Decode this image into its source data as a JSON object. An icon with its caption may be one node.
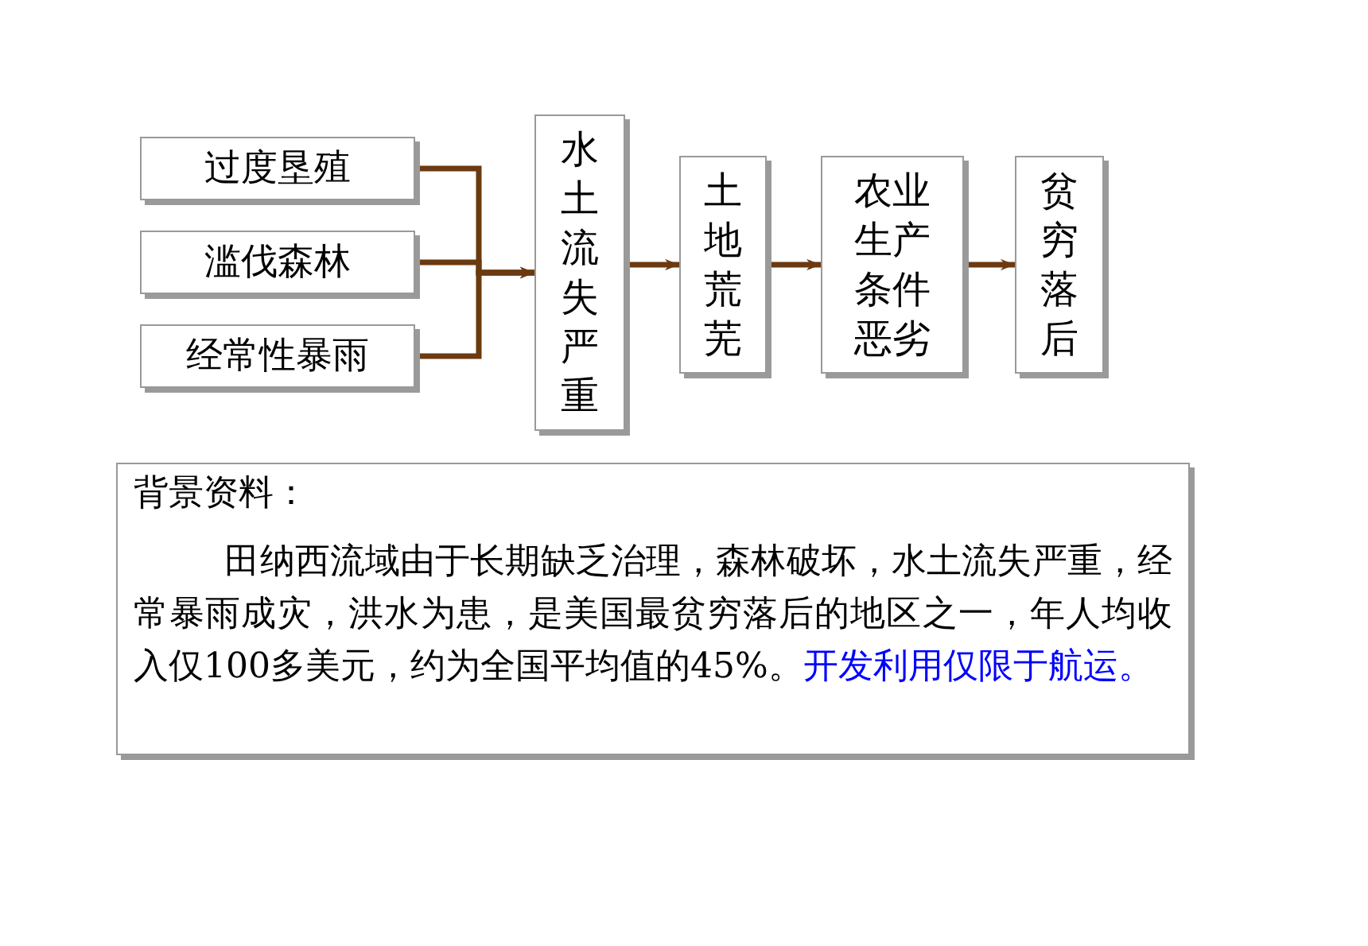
{
  "diagram": {
    "nodes": [
      {
        "text": [
          "过度垦殖"
        ]
      },
      {
        "text": [
          "滥伐森林"
        ]
      },
      {
        "text": [
          "经常性暴雨"
        ]
      },
      {
        "text": [
          "水土流失严重"
        ]
      },
      {
        "text": [
          "土地荒芜"
        ]
      },
      {
        "text": [
          "农业生产条件恶劣"
        ]
      },
      {
        "text": [
          "贫穷落后"
        ]
      },
      {
        "text": [
          "背景资料：",
          "田纳西流域由于长期缺乏治理，森林破坏，水土流失严重，经常暴雨成灾，洪水为患，是美国最贫穷落后的地区之一，年人均收入仅100多美元，约为全国平均值的45%。",
          "开发利用仅限于航运。"
        ]
      }
    ],
    "edges": [
      {
        "from": 0,
        "to": 3,
        "arrow": "to"
      },
      {
        "from": 1,
        "to": 3,
        "arrow": "to"
      },
      {
        "from": 2,
        "to": 3,
        "arrow": "to"
      },
      {
        "from": 3,
        "to": 4,
        "arrow": "to"
      },
      {
        "from": 4,
        "to": 5,
        "arrow": "to"
      },
      {
        "from": 5,
        "to": 6,
        "arrow": "to"
      }
    ]
  }
}
